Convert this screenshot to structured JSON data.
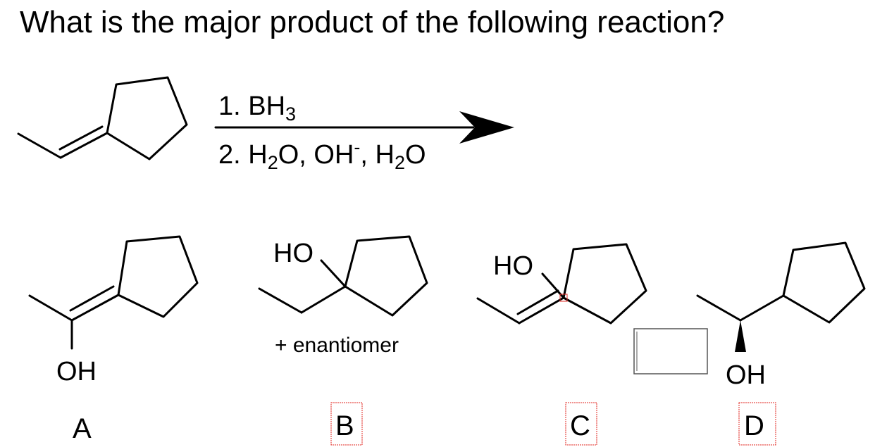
{
  "question": "What is the major product of the following reaction?",
  "reagents": {
    "step1": {
      "label": "1. BH",
      "subscript": "3"
    },
    "step2": {
      "prefix": "2. H",
      "sub_a": "2",
      "mid": "O, OH",
      "sup": "-",
      "mid2": ", H",
      "sub_b": "2",
      "suffix": "O"
    }
  },
  "options": {
    "A": {
      "letter": "A",
      "group": "OH"
    },
    "B": {
      "letter": "B",
      "group": "HO",
      "note": "+ enantiomer"
    },
    "C": {
      "letter": "C",
      "group": "HO"
    },
    "D": {
      "letter": "D",
      "group": "OH"
    }
  },
  "colors": {
    "ink": "#000000",
    "marker": "#e2261f",
    "box_border": "#555555"
  }
}
